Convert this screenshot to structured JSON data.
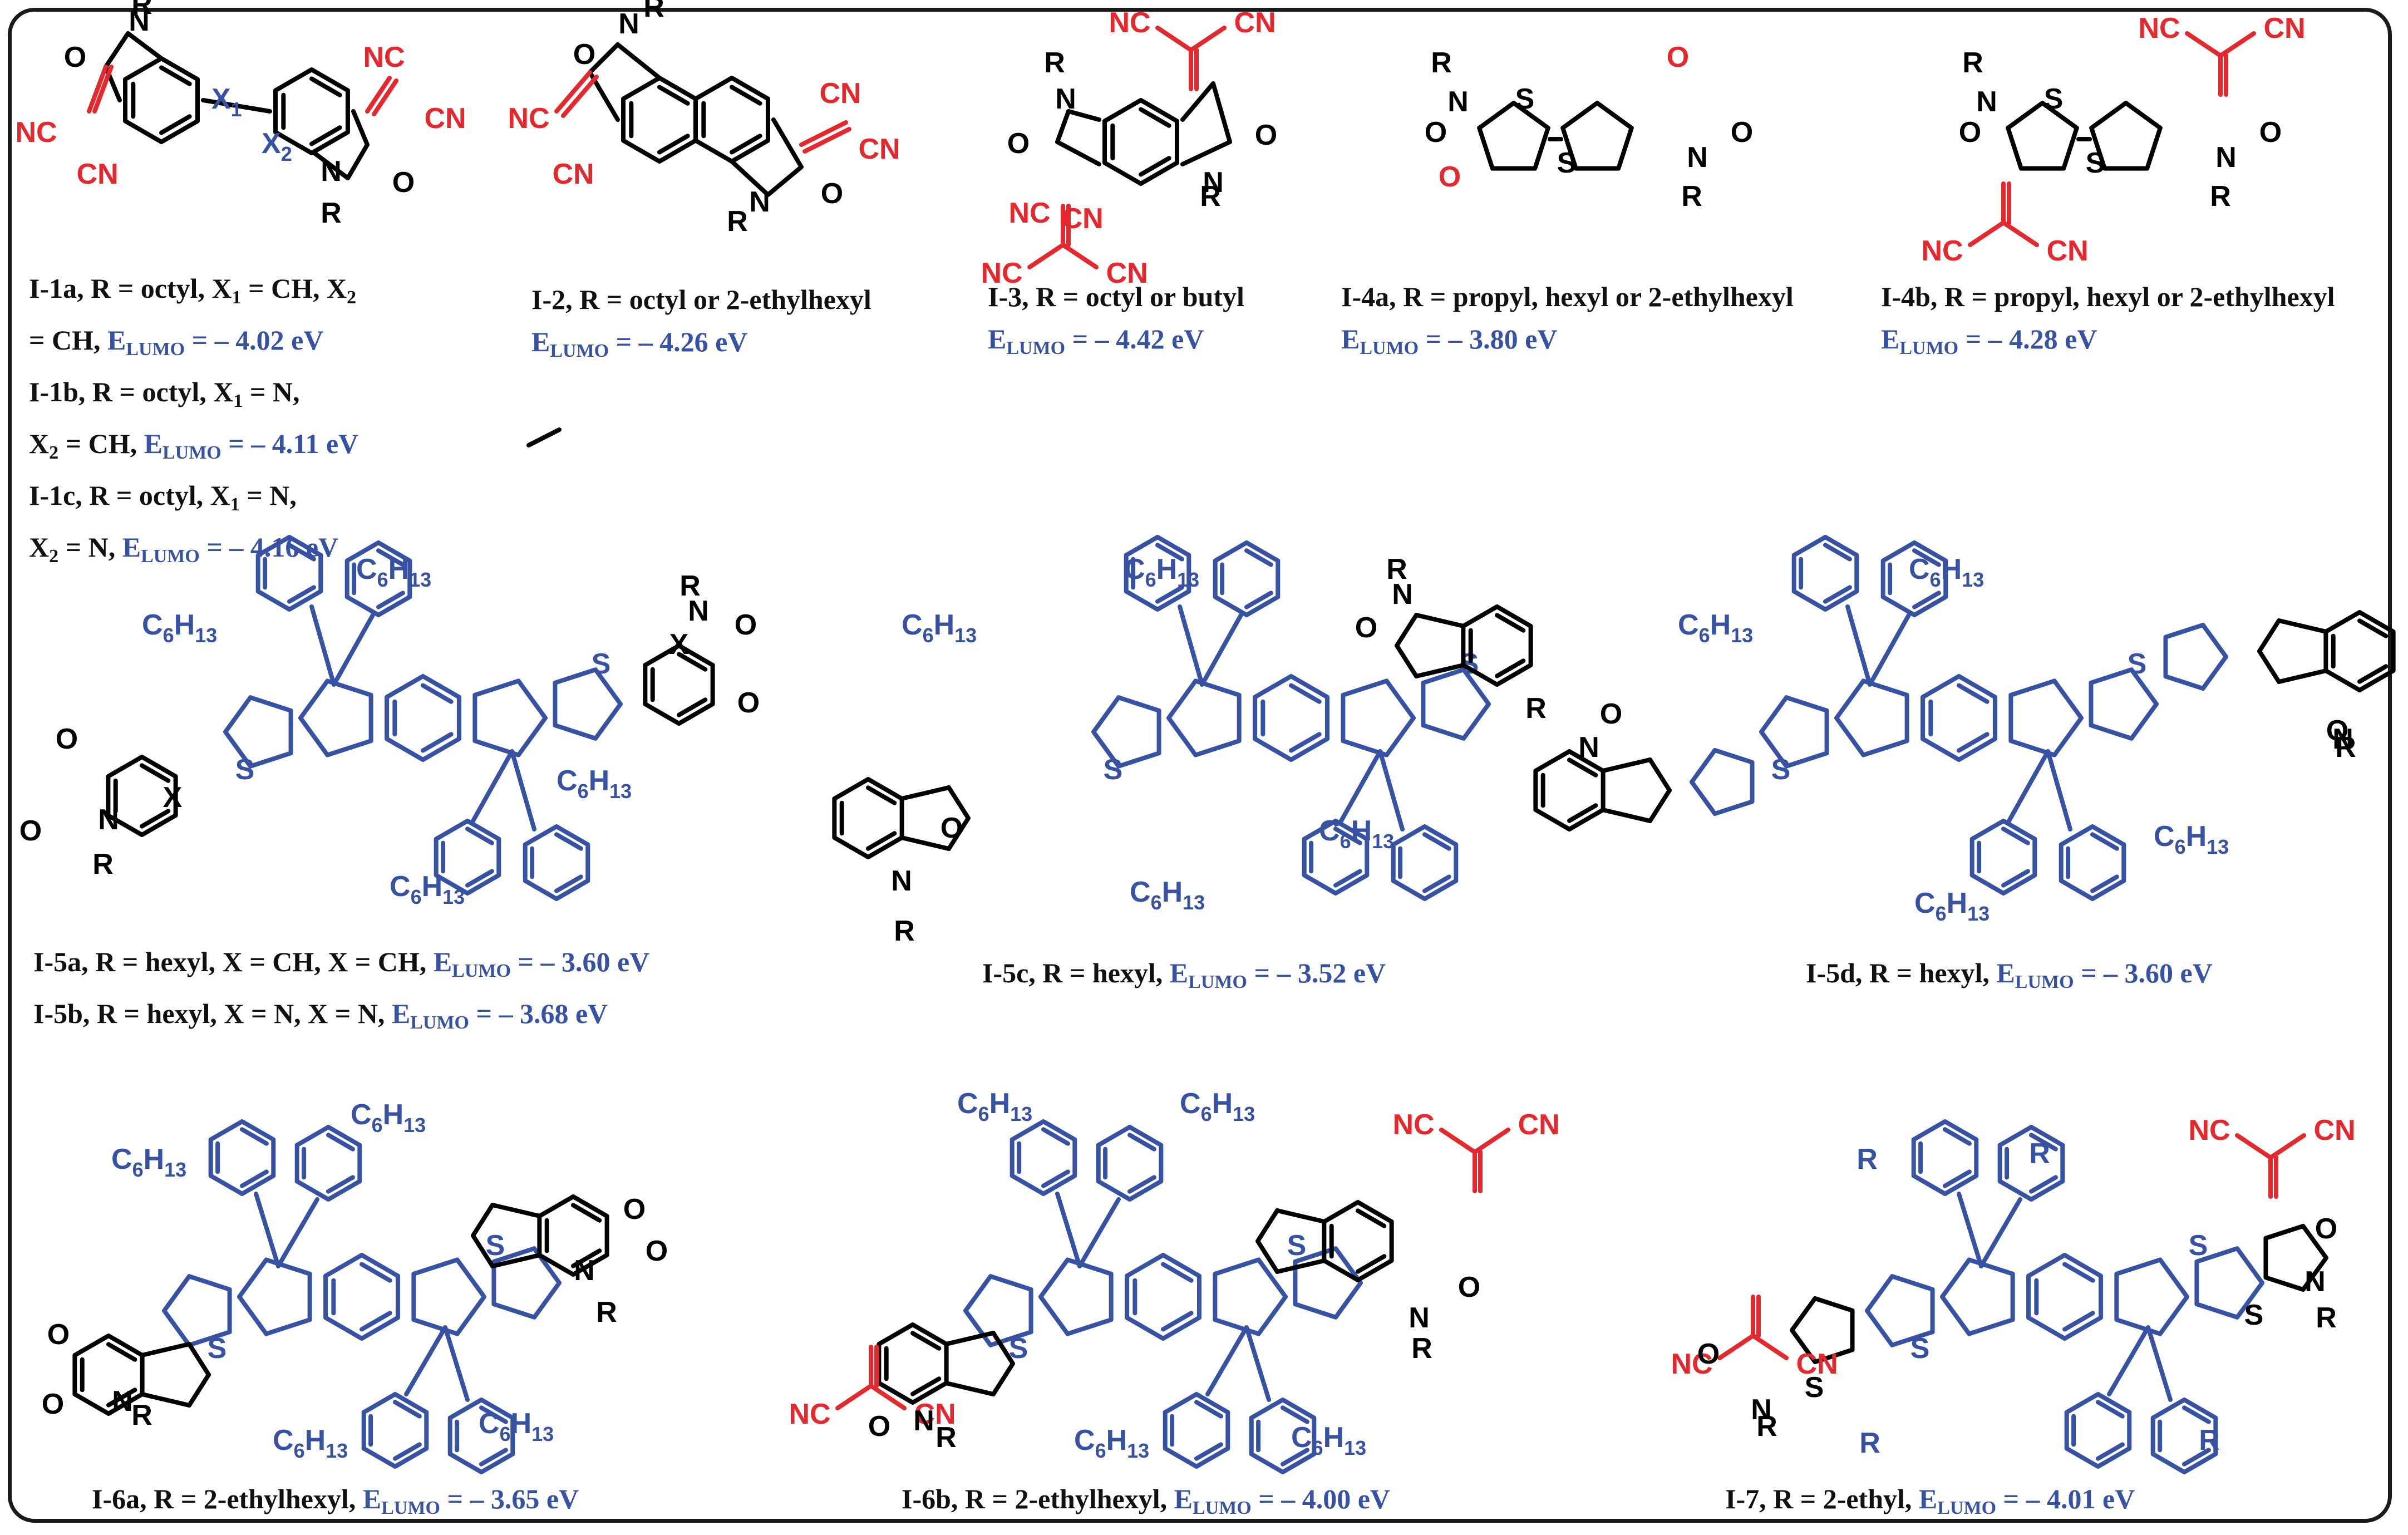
{
  "captions": [
    {
      "id": "I-1",
      "lines": [
        {
          "compound": "I-1a, R = octyl, X",
          "parts": [
            {
              "t": "I-1a, R = octyl, X"
            },
            {
              "sub": "1"
            },
            {
              "t": " = CH, X"
            },
            {
              "sub": "2"
            }
          ]
        },
        {
          "parts": [
            {
              "t": "= CH, "
            },
            {
              "e": "E",
              "esub": "LUMO",
              "ev": " = – 4.02 eV"
            }
          ]
        },
        {
          "parts": [
            {
              "t": "I-1b, R = octyl, X"
            },
            {
              "sub": "1"
            },
            {
              "t": " = N,"
            }
          ]
        },
        {
          "parts": [
            {
              "t": "X"
            },
            {
              "sub": "2"
            },
            {
              "t": " = CH, "
            },
            {
              "e": "E",
              "esub": "LUMO",
              "ev": " = – 4.11 eV"
            }
          ]
        },
        {
          "parts": [
            {
              "t": "I-1c, R = octyl, X"
            },
            {
              "sub": "1"
            },
            {
              "t": " = N,"
            }
          ]
        },
        {
          "parts": [
            {
              "t": "X"
            },
            {
              "sub": "2"
            },
            {
              "t": " = N, "
            },
            {
              "e": "E",
              "esub": "LUMO",
              "ev": " = – 4.16 eV"
            }
          ]
        }
      ]
    },
    {
      "id": "I-2",
      "lines": [
        {
          "parts": [
            {
              "t": "I-2, R = octyl or 2-ethylhexyl"
            }
          ]
        },
        {
          "parts": [
            {
              "e": "E",
              "esub": "LUMO",
              "ev": " = – 4.26 eV"
            }
          ]
        }
      ]
    },
    {
      "id": "I-3",
      "lines": [
        {
          "parts": [
            {
              "t": "I-3, R = octyl or butyl"
            }
          ]
        },
        {
          "parts": [
            {
              "e": "E",
              "esub": "LUMO",
              "ev": " = – 4.42 eV"
            }
          ]
        }
      ]
    },
    {
      "id": "I-4a",
      "lines": [
        {
          "parts": [
            {
              "t": "I-4a, R = propyl, hexyl or 2-ethylhexyl"
            }
          ]
        },
        {
          "parts": [
            {
              "e": "E",
              "esub": "LUMO",
              "ev": " = – 3.80 eV"
            }
          ]
        }
      ]
    },
    {
      "id": "I-4b",
      "lines": [
        {
          "parts": [
            {
              "t": "I-4b, R = propyl, hexyl or 2-ethylhexyl"
            }
          ]
        },
        {
          "parts": [
            {
              "e": "E",
              "esub": "LUMO",
              "ev": " = – 4.28 eV"
            }
          ]
        }
      ]
    },
    {
      "id": "I-5ab",
      "lines": [
        {
          "parts": [
            {
              "t": "I-5a, R = hexyl, X = CH, X = CH, "
            },
            {
              "e": "E",
              "esub": "LUMO",
              "ev": " = – 3.60 eV"
            }
          ]
        },
        {
          "parts": [
            {
              "t": "I-5b, R = hexyl, X = N, X = N, "
            },
            {
              "e": "E",
              "esub": "LUMO",
              "ev": " = – 3.68 eV"
            }
          ]
        }
      ]
    },
    {
      "id": "I-5c",
      "lines": [
        {
          "parts": [
            {
              "t": "I-5c, R = hexyl, "
            },
            {
              "e": "E",
              "esub": "LUMO",
              "ev": " = – 3.52 eV"
            }
          ]
        }
      ]
    },
    {
      "id": "I-5d",
      "lines": [
        {
          "parts": [
            {
              "t": "I-5d, R = hexyl, "
            },
            {
              "e": "E",
              "esub": "LUMO",
              "ev": " = – 3.60 eV"
            }
          ]
        }
      ]
    },
    {
      "id": "I-6a",
      "lines": [
        {
          "parts": [
            {
              "t": "I-6a, R = 2-ethylhexyl, "
            },
            {
              "e": "E",
              "esub": "LUMO",
              "ev": " = – 3.65 eV"
            }
          ]
        }
      ]
    },
    {
      "id": "I-6b",
      "lines": [
        {
          "parts": [
            {
              "t": "I-6b, R = 2-ethylhexyl, "
            },
            {
              "e": "E",
              "esub": "LUMO",
              "ev": " = – 4.00 eV"
            }
          ]
        }
      ]
    },
    {
      "id": "I-7",
      "lines": [
        {
          "parts": [
            {
              "t": "I-7,  R = 2-ethyl, "
            },
            {
              "e": "E",
              "esub": "LUMO",
              "ev": " = – 4.01 eV"
            }
          ]
        }
      ]
    }
  ],
  "atom_labels": {
    "R": "R",
    "N": "N",
    "O": "O",
    "S": "S",
    "X": "X",
    "NC": "NC",
    "CN": "CN",
    "X1": "X",
    "X1sub": "1",
    "X2": "X",
    "X2sub": "2",
    "C6H13": "C",
    "C6sub": "6",
    "H": "H",
    "H13sub": "13"
  },
  "colors": {
    "core": "#3852a3",
    "acceptor_cyano": "#e5282e",
    "text": "#111111",
    "frame": "#1a1a1a"
  }
}
